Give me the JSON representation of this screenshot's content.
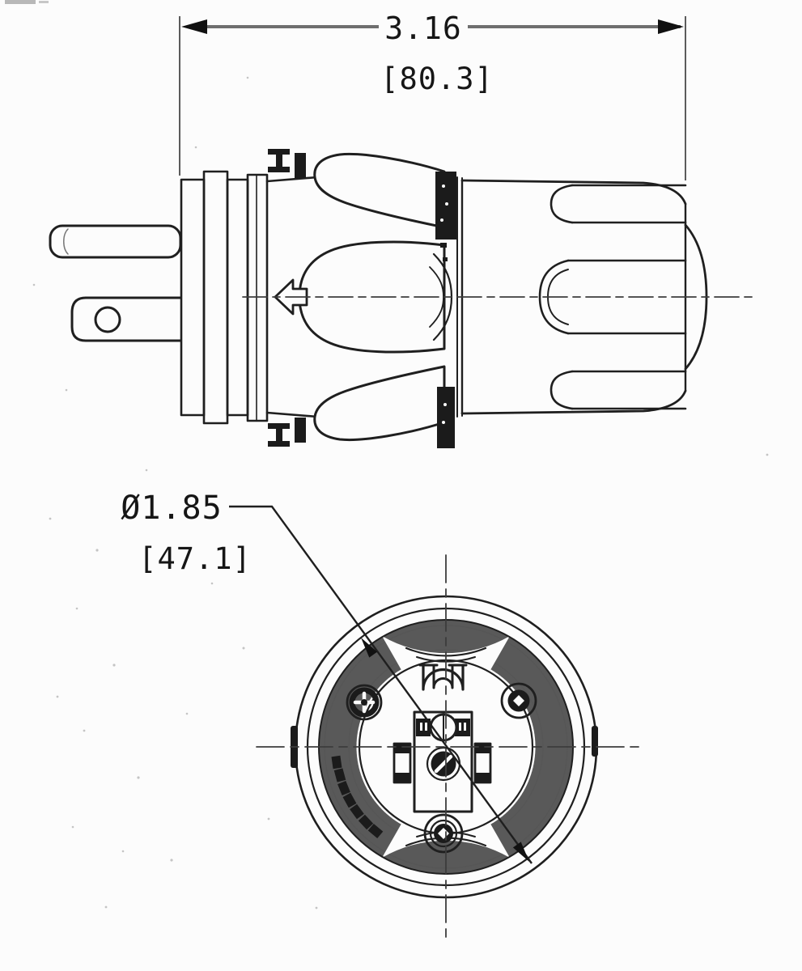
{
  "page": {
    "background_color": "#fcfcfc",
    "line_color": "#1f1f1f",
    "dim_line_color": "#6f6f6f",
    "arrow_color": "#111111",
    "dark_fill_color": "#1b1b1b",
    "text_color": "#161616"
  },
  "drawing": {
    "dimensions": {
      "overall_length": {
        "inches": "3.16",
        "millimeters": "[80.3]"
      },
      "face_diameter": {
        "inches": "Ø1.85",
        "millimeters": "[47.1]"
      }
    }
  }
}
